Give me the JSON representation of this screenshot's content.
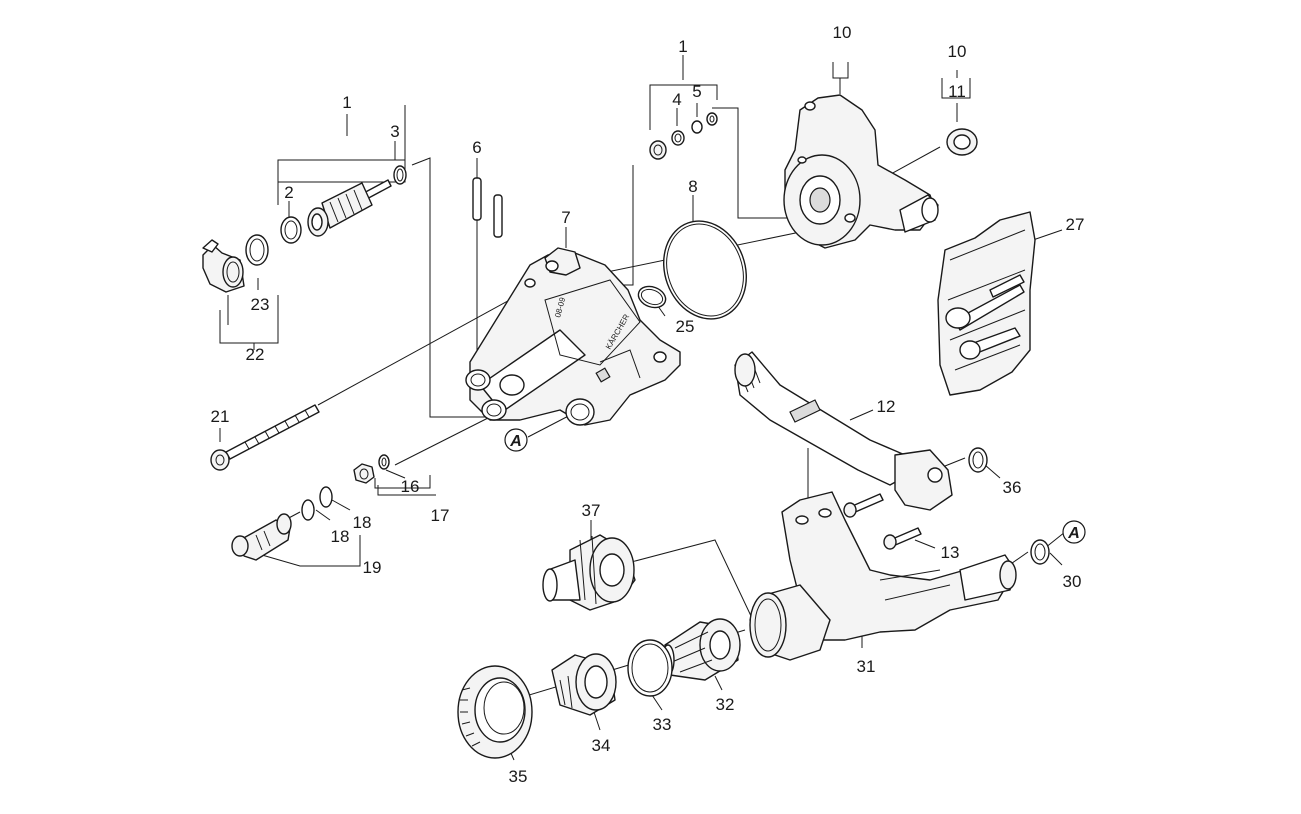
{
  "callouts": {
    "c1a": "1",
    "c1b": "1",
    "c2": "2",
    "c3": "3",
    "c4": "4",
    "c5": "5",
    "c6": "6",
    "c7": "7",
    "c8": "8",
    "c10a": "10",
    "c10b": "10",
    "c11": "11",
    "c12": "12",
    "c13": "13",
    "c16": "16",
    "c17": "17",
    "c18a": "18",
    "c18b": "18",
    "c19": "19",
    "c21": "21",
    "c22": "22",
    "c23": "23",
    "c25": "25",
    "c27": "27",
    "c30": "30",
    "c31": "31",
    "c32": "32",
    "c33": "33",
    "c34": "34",
    "c35": "35",
    "c36": "36",
    "c37": "37"
  },
  "markers": {
    "a1": "A",
    "a2": "A"
  }
}
